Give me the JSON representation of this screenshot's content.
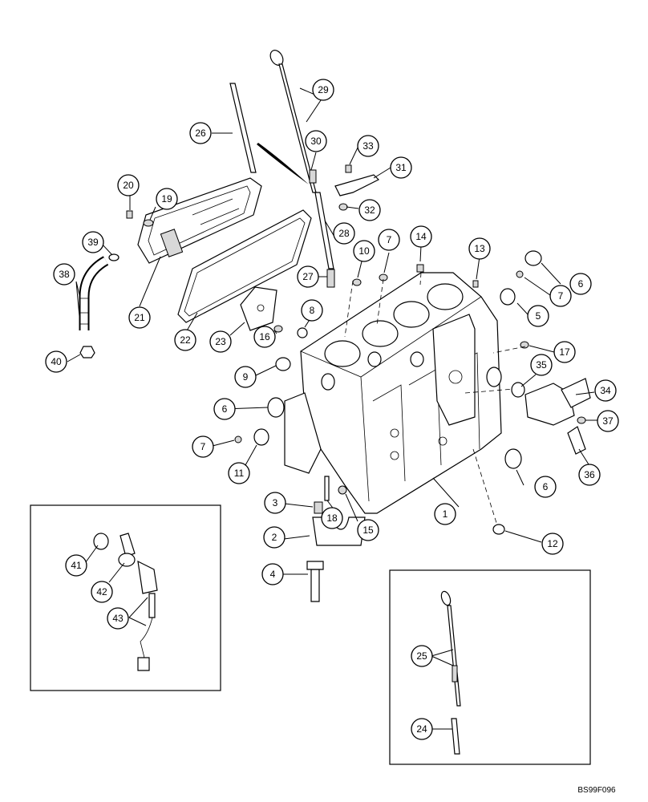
{
  "figure_code": "BS99F096",
  "callouts": [
    "1",
    "2",
    "3",
    "4",
    "5",
    "6",
    "6",
    "6",
    "7",
    "7",
    "7",
    "8",
    "9",
    "10",
    "11",
    "12",
    "13",
    "14",
    "15",
    "16",
    "17",
    "18",
    "19",
    "20",
    "21",
    "22",
    "23",
    "24",
    "25",
    "26",
    "27",
    "28",
    "29",
    "30",
    "31",
    "32",
    "33",
    "34",
    "35",
    "36",
    "37",
    "38",
    "39",
    "40",
    "41",
    "42",
    "43"
  ]
}
